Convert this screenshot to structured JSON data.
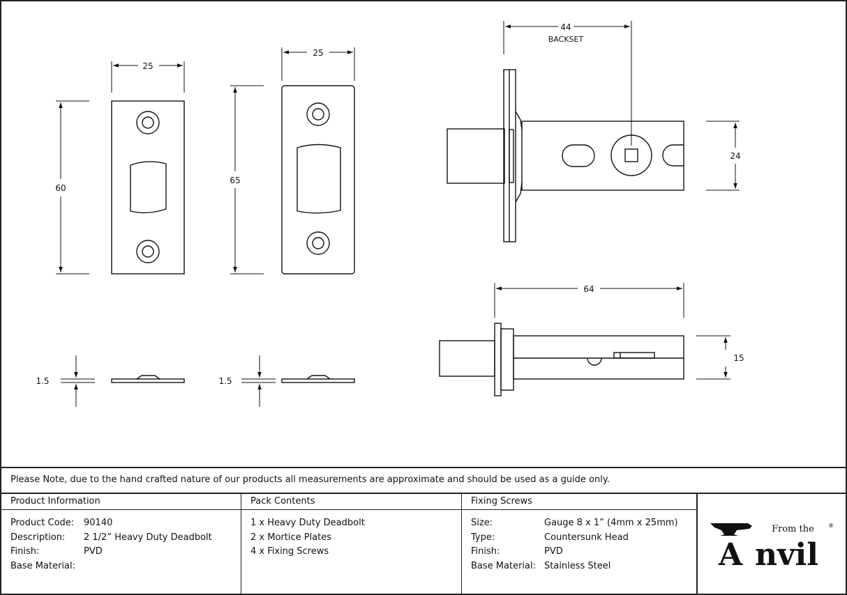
{
  "drawing": {
    "dimensions": {
      "plate1_width": "25",
      "plate1_height": "60",
      "plate2_width": "25",
      "plate2_height": "65",
      "backset": "44",
      "backset_label": "BACKSET",
      "body_height": "24",
      "body_length": "64",
      "body_thickness": "15",
      "plate1_thickness": "1.5",
      "plate2_thickness": "1.5"
    }
  },
  "note": "Please Note, due to the hand crafted nature of our products all measurements are approximate and should be used as a guide only.",
  "product_information": {
    "heading": "Product Information",
    "rows": [
      {
        "key": "Product Code:",
        "value": "90140"
      },
      {
        "key": "Description:",
        "value": "2 1/2” Heavy Duty Deadbolt"
      },
      {
        "key": "Finish:",
        "value": "PVD"
      },
      {
        "key": "Base Material:",
        "value": ""
      }
    ]
  },
  "pack_contents": {
    "heading": "Pack Contents",
    "items": [
      "1 x Heavy Duty Deadbolt",
      "2 x Mortice Plates",
      "4 x Fixing Screws"
    ]
  },
  "fixing_screws": {
    "heading": "Fixing Screws",
    "rows": [
      {
        "key": "Size:",
        "value": "Gauge 8 x 1” (4mm x 25mm)"
      },
      {
        "key": "Type:",
        "value": "Countersunk Head"
      },
      {
        "key": "Finish:",
        "value": "PVD"
      },
      {
        "key": "Base Material:",
        "value": "Stainless Steel"
      }
    ]
  },
  "logo": {
    "small": "From the",
    "big_letter": "A",
    "big_rest": "nvil",
    "mark": "®"
  }
}
